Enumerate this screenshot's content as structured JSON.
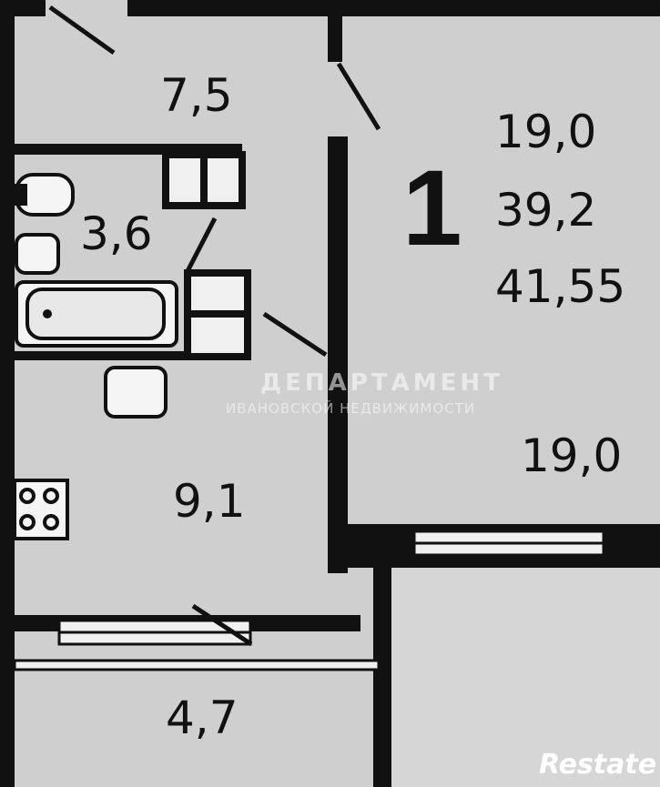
{
  "plan": {
    "room_count": "1",
    "summary": {
      "living_area": "19,0",
      "living_total": "39,2",
      "total_area": "41,55"
    },
    "rooms": {
      "hallway": "7,5",
      "bathroom": "3,6",
      "kitchen": "9,1",
      "living_room": "19,0",
      "balcony": "4,7"
    }
  },
  "watermark": {
    "line1": "ДЕПАРТАМЕНТ",
    "line2": "ИВАНОВСКОЙ НЕДВИЖИМОСТИ",
    "logo": "Restate"
  },
  "colors": {
    "floor": "#cfcfcf",
    "wall": "#111111",
    "background": "#ffffff"
  }
}
